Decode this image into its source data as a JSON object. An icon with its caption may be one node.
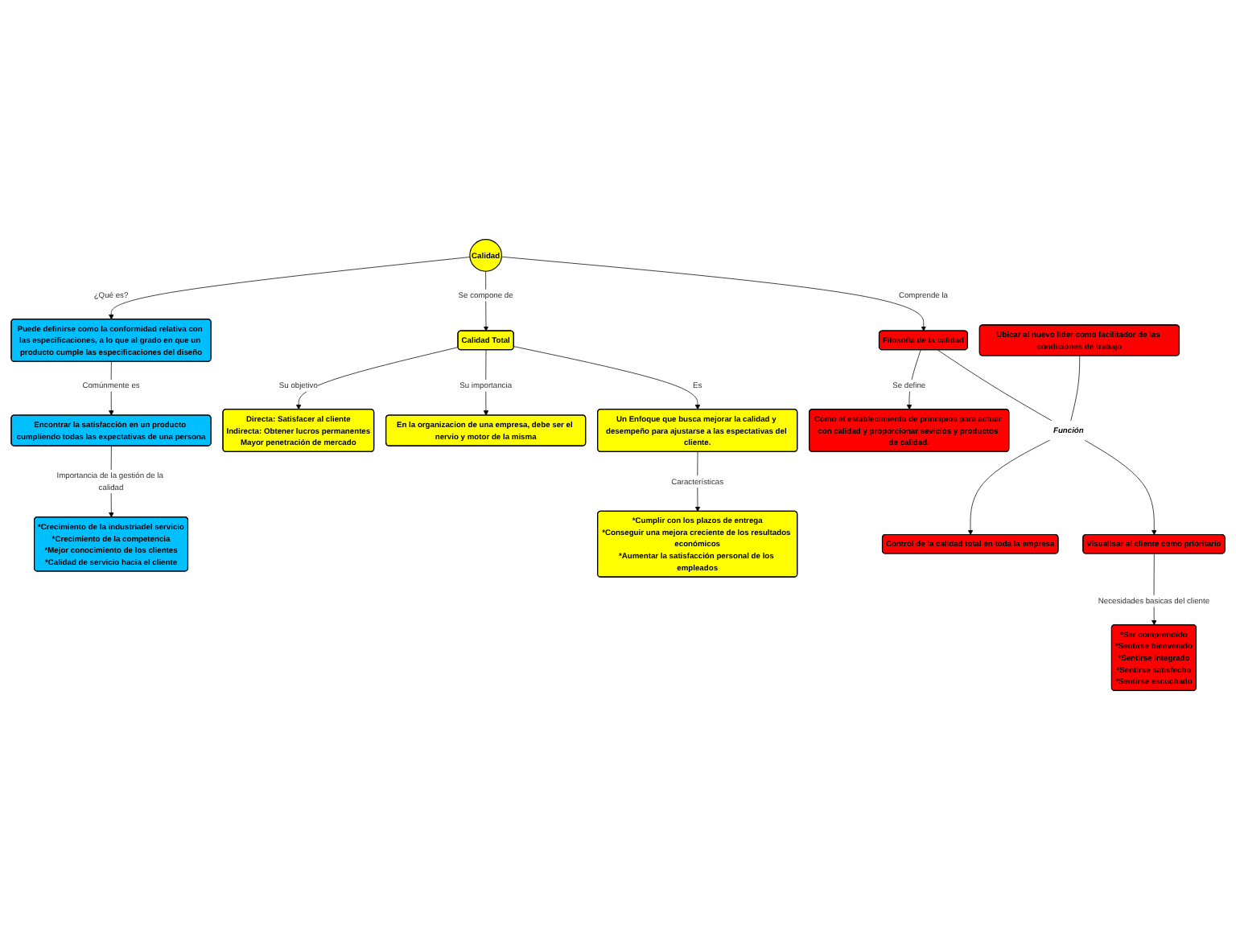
{
  "diagram": {
    "nodes": [
      {
        "text": [
          "Calidad"
        ]
      },
      {
        "text": [
          "Puede definirse como la conformidad relativa con las especificaciones, a lo que al grado en que un producto cumple las especificaciones del diseño"
        ]
      },
      {
        "text": [
          "Calidad Total"
        ]
      },
      {
        "text": [
          "Filosofía de la calidad"
        ]
      },
      {
        "text": [
          "Ubicar al nuevo líder como facilitador de las condiciones de trabajo"
        ]
      },
      {
        "text": [
          "Directa: Satisfacer al cliente",
          "Indirecta: Obtener lucros permanentes",
          "Mayor penetración de mercado"
        ]
      },
      {
        "text": [
          "En la organizacion de una empresa, debe ser el nervio y motor de la misma"
        ]
      },
      {
        "text": [
          "Función"
        ]
      },
      {
        "text": [
          "Como el establecimiento de principios para actuar con calidad y proporcionar sevicios y productos de calidad."
        ]
      },
      {
        "text": [
          "Encontrar la satisfacción en un producto cumpliendo todas las expectativas de una persona"
        ]
      },
      {
        "text": [
          "Un Enfoque que busca mejorar la calidad y desempeño para ajustarse a las espectativas del cliente."
        ]
      },
      {
        "text": [
          "Control de la calidad total en toda la empresa"
        ]
      },
      {
        "text": [
          "Visualisar al cliente como prioritario"
        ]
      },
      {
        "text": [
          "*Crecimiento de la industriadel servicio",
          "*Crecimiento de la competencia",
          "*Mejor conocimiento de los clientes",
          "*Calidad de servicio hacia el cliente"
        ]
      },
      {
        "text": [
          "*Cumplir con los plazos de entrega",
          "*Conseguir una mejora creciente de los resultados económicos",
          "*Aumentar la satisfacción personal de los empleados"
        ]
      },
      {
        "text": [
          "*Ser comprendido",
          "*Sentirse bienvenido",
          "*Sentirse integrado",
          "*Sentirse satisfecho",
          "*Sentirse escuchado"
        ]
      }
    ],
    "edges": [
      {
        "from": 0,
        "to": 1,
        "arrow": "to",
        "label": "¿Qué es?"
      },
      {
        "from": 0,
        "to": 2,
        "arrow": "to",
        "label": "Se compone de"
      },
      {
        "from": 0,
        "to": 3,
        "arrow": "to",
        "label": "Comprende la"
      },
      {
        "from": 2,
        "to": 5,
        "arrow": "to",
        "label": "Su objetivo"
      },
      {
        "from": 2,
        "to": 6,
        "arrow": "to",
        "label": "Su importancia"
      },
      {
        "from": 2,
        "to": 10,
        "arrow": "to",
        "label": "Es"
      },
      {
        "from": 3,
        "to": 8,
        "arrow": "to",
        "label": "Se define"
      },
      {
        "from": 3,
        "to": 7,
        "arrow": "none"
      },
      {
        "from": 4,
        "to": 7,
        "arrow": "none"
      },
      {
        "from": 7,
        "to": 11,
        "arrow": "to"
      },
      {
        "from": 7,
        "to": 12,
        "arrow": "to"
      },
      {
        "from": 1,
        "to": 9,
        "arrow": "to",
        "label": "Comúnmente es"
      },
      {
        "from": 9,
        "to": 13,
        "arrow": "to",
        "label": "Importancia de la gestión de la calidad"
      },
      {
        "from": 10,
        "to": 14,
        "arrow": "to",
        "label": "Características"
      },
      {
        "from": 12,
        "to": 15,
        "arrow": "to",
        "label": "Necesidades basicas del cliente"
      }
    ]
  }
}
